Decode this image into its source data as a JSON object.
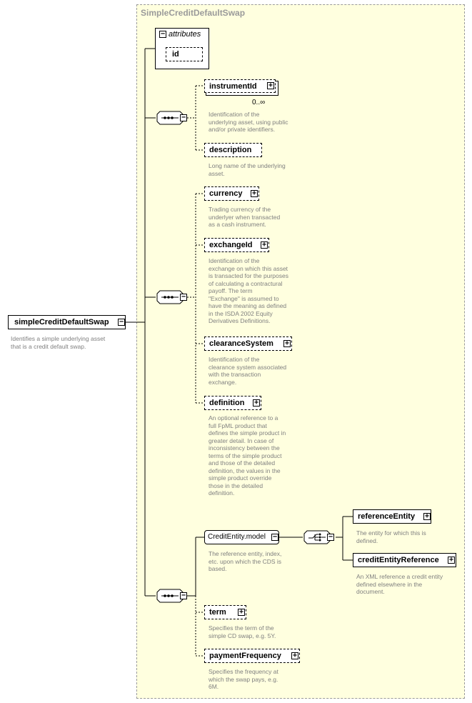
{
  "frame_title": "SimpleCreditDefaultSwap",
  "attributes": {
    "label": "attributes",
    "items": [
      "id"
    ]
  },
  "root": {
    "name": "simpleCreditDefaultSwap",
    "doc": [
      "Identifies a simple underlying asset",
      "that is a credit default swap."
    ]
  },
  "elements": {
    "instrumentId": {
      "name": "instrumentId",
      "multiplicity": "0..∞",
      "doc": [
        "Identification of the",
        "underlying asset, using public",
        "and/or private identifiers."
      ]
    },
    "description": {
      "name": "description",
      "doc": [
        "Long name of the underlying",
        "asset."
      ]
    },
    "currency": {
      "name": "currency",
      "doc": [
        "Trading currency of the",
        "underlyer when transacted",
        "as a cash instrument."
      ]
    },
    "exchangeId": {
      "name": "exchangeId",
      "doc": [
        "Identification of the",
        "exchange on which this asset",
        "is transacted for the purposes",
        "of calculating a contractural",
        "payoff. The term",
        "\"Exchange\" is assumed to",
        "have the meaning as defined",
        "in the ISDA 2002 Equity",
        "Derivatives Definitions."
      ]
    },
    "clearanceSystem": {
      "name": "clearanceSystem",
      "doc": [
        "Identification of the",
        "clearance system associated",
        "with the transaction",
        "exchange."
      ]
    },
    "definition": {
      "name": "definition",
      "doc": [
        "An optional reference to a",
        "full FpML product that",
        "defines the simple product in",
        "greater detail. In case of",
        "inconsistency between the",
        "terms of the simple product",
        "and those of the detailed",
        "definition, the values in the",
        "simple product override",
        "those in the detailed",
        "definition."
      ]
    },
    "creditEntityModel": {
      "name": "CreditEntity.model",
      "doc": [
        "The reference entity, index,",
        "etc. upon which the CDS is",
        "based."
      ]
    },
    "referenceEntity": {
      "name": "referenceEntity",
      "doc": [
        "The entity for which this is",
        "defined."
      ]
    },
    "creditEntityReference": {
      "name": "creditEntityReference",
      "doc": [
        "An XML reference a credit entity",
        "defined elsewhere in the",
        "document."
      ]
    },
    "term": {
      "name": "term",
      "doc": [
        "Specifies the term of the",
        "simple CD swap, e.g. 5Y."
      ]
    },
    "paymentFrequency": {
      "name": "paymentFrequency",
      "doc": [
        "Specifies the frequency at",
        "which the swap pays, e.g.",
        "6M."
      ]
    }
  },
  "colors": {
    "frame_bg": "#ffffdf",
    "doc_text": "#808080",
    "frame_title": "#9a9a9a"
  },
  "icons": {
    "expand": "plus-icon",
    "collapse": "minus-icon",
    "sequence": "sequence-icon",
    "choice": "choice-icon"
  }
}
